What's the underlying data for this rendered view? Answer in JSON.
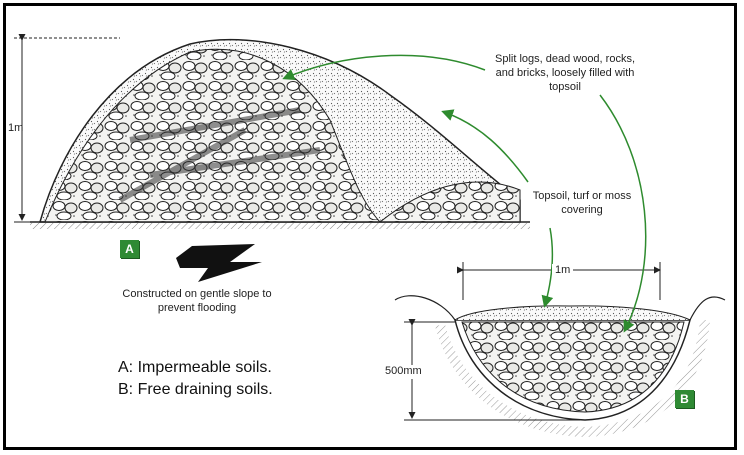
{
  "labels": {
    "height_1m": "1m",
    "materials": "Split logs, dead wood, rocks, and bricks, loosely filled with topsoil",
    "covering": "Topsoil, turf or moss covering",
    "slope_note": "Constructed on gentle slope to prevent flooding",
    "width_1m": "1m",
    "depth_500mm": "500mm"
  },
  "badges": {
    "a": "A",
    "b": "B"
  },
  "legend": {
    "line_a": "A: Impermeable soils.",
    "line_b": "B: Free draining soils."
  },
  "colors": {
    "badge_green": "#2f8a34",
    "arrow_green": "#2e8b2e"
  }
}
